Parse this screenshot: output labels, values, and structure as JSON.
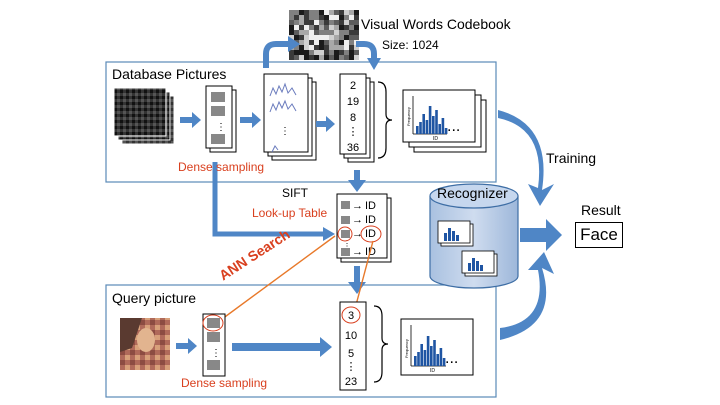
{
  "codebook": {
    "title": "Visual Words Codebook",
    "size": "Size: 1024"
  },
  "database": {
    "label": "Database Pictures",
    "dense": "Dense sampling",
    "sift": "SIFT",
    "ids": [
      "2",
      "19",
      "8",
      "⋮",
      "36"
    ]
  },
  "lookup": {
    "label": "Look-up Table",
    "entry": "ID",
    "arrow": "→"
  },
  "ann": "ANN Search",
  "query": {
    "label": "Query picture",
    "dense": "Dense sampling",
    "ids": [
      "3",
      "10",
      "5",
      "⋮",
      "23"
    ]
  },
  "histogram": {
    "y_label": "Frequency",
    "x_label": "ID",
    "ellipsis": "..."
  },
  "training": "Training",
  "recognizer": "Recognizer",
  "result": {
    "label": "Result",
    "value": "Face"
  },
  "colors": {
    "frame": "#5a8ab8",
    "arrow": "#4f86c6",
    "orange": "#e8792a",
    "cylinder": "#b9cde6",
    "label_red": "#d9401f",
    "bar": "#1f55a3"
  }
}
